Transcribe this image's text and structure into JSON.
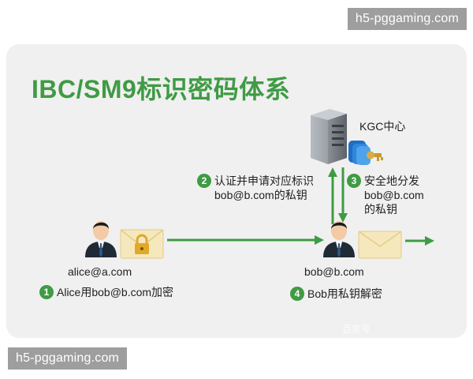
{
  "watermark_top": "h5-pggaming.com",
  "watermark_bottom": "h5-pggaming.com",
  "title": "IBC/SM9标识密码体系",
  "kgc_label": "KGC中心",
  "alice_label": "alice@a.com",
  "bob_label": "bob@b.com",
  "steps": [
    {
      "num": "1",
      "text": "Alice用bob@b.com加密"
    },
    {
      "num": "2",
      "lines": [
        "认证并申请对应标识",
        "bob@b.com的私钥"
      ]
    },
    {
      "num": "3",
      "lines": [
        "安全地分发",
        "bob@b.com",
        "的私钥"
      ]
    },
    {
      "num": "4",
      "text": "Bob用私钥解密"
    }
  ],
  "source_mark": "百家号",
  "colors": {
    "accent": "#3f9b44"
  }
}
